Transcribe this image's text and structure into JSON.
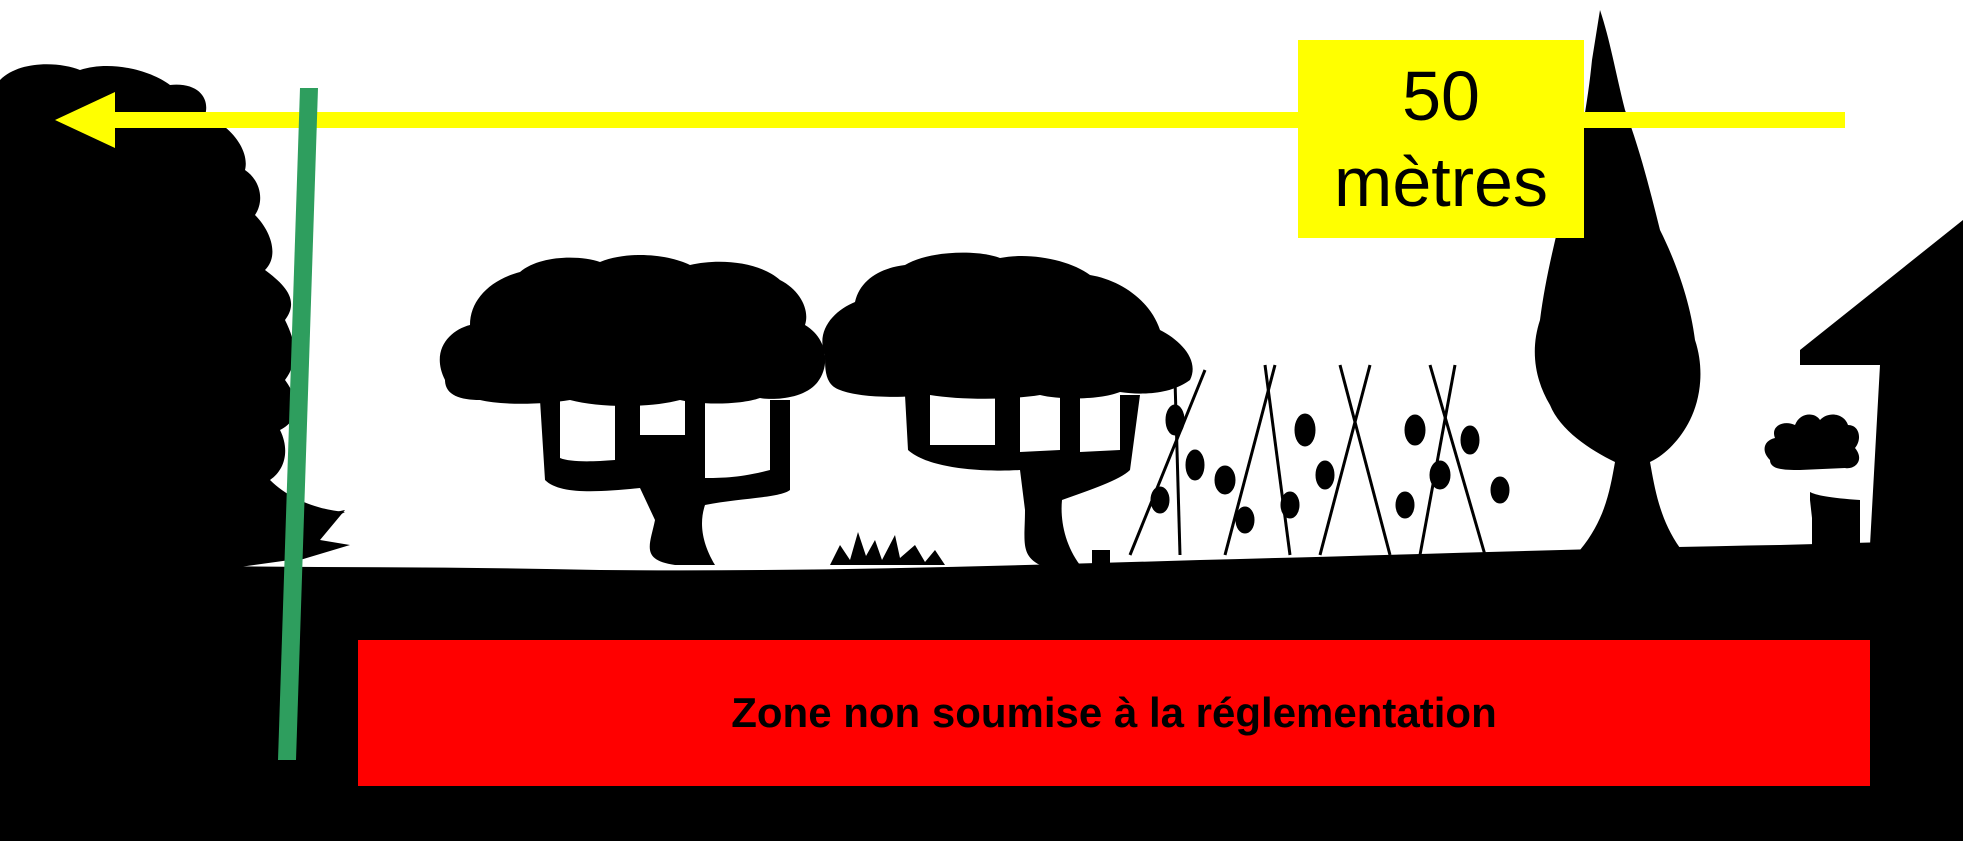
{
  "distance": {
    "value": "50",
    "unit": "mètres"
  },
  "zone": {
    "label": "Zone non soumise à la réglementation"
  },
  "colors": {
    "arrow": "#ffff00",
    "label_background": "#ffff00",
    "zone_background": "#ff0000",
    "limit_line": "#2e9e5e",
    "silhouette": "#000000",
    "sky": "#ffffff"
  }
}
